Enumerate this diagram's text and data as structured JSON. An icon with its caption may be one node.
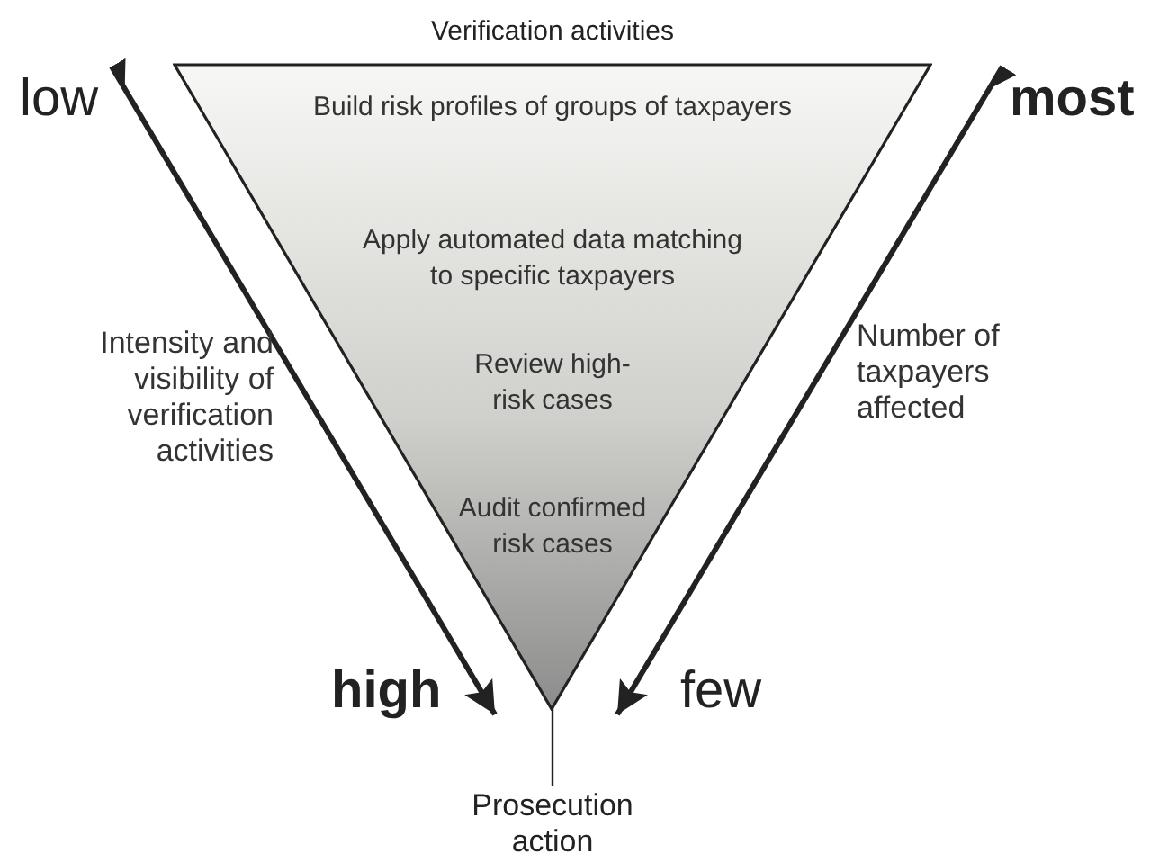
{
  "diagram": {
    "title": "Verification activities",
    "nodes": [
      {
        "text": [
          "Build risk profiles of groups of taxpayers",
          "Apply automated data matching to specific taxpayers",
          "Review high-risk cases",
          "Audit confirmed risk cases"
        ]
      },
      {
        "text": [
          "Prosecution action"
        ]
      },
      {
        "text": [
          "low"
        ]
      },
      {
        "text": [
          "high"
        ]
      },
      {
        "text": [
          "most"
        ]
      },
      {
        "text": [
          "few"
        ]
      }
    ],
    "edges": [
      {
        "from": 0,
        "to": 1,
        "arrow": "none"
      },
      {
        "from": 2,
        "to": 3,
        "arrow": "to"
      },
      {
        "from": 4,
        "to": 5,
        "arrow": "to"
      }
    ],
    "labels": [
      "Intensity and visibility of verification activities",
      "Number of taxpayers affected"
    ]
  }
}
